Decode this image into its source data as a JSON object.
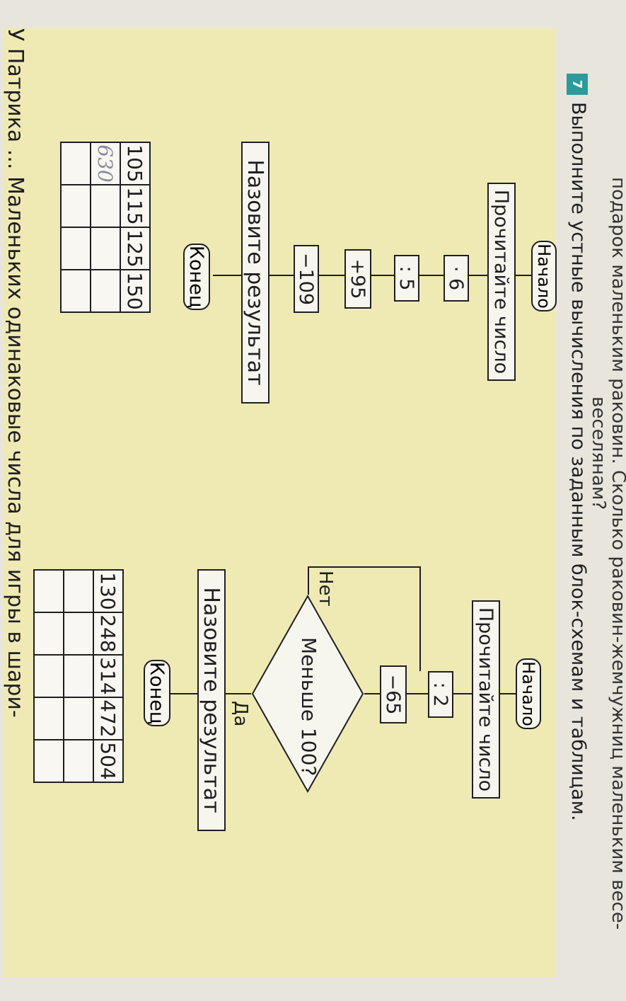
{
  "top_text": {
    "line1": "подарок маленьким раковин. Сколько раковин-жемчужниц маленьким весе-",
    "line2": "веселянам?"
  },
  "task": {
    "number": "7",
    "instruction": "Выполните устные вычисления по заданным блок-схемам и таблицам."
  },
  "flow_left": {
    "start": "Начало",
    "read": "Прочитайте число",
    "op1": "· 6",
    "op2": ": 5",
    "op3": "+95",
    "op4": "−109",
    "result": "Назовите результат",
    "end": "Конец"
  },
  "table_left": {
    "values": [
      "105",
      "115",
      "125",
      "150"
    ],
    "handwritten": "630"
  },
  "flow_right": {
    "start": "Начало",
    "read": "Прочитайте число",
    "op1": ": 2",
    "op2": "−65",
    "decision": "Меньше 100?",
    "no": "Нет",
    "yes": "Да",
    "result": "Назовите результат",
    "end": "Конец"
  },
  "table_right": {
    "values": [
      "130",
      "248",
      "314",
      "472",
      "504"
    ]
  },
  "bottom_text": "У Патрика ... Маленьких одинаковые числа для игры в шари-",
  "colors": {
    "highlight": "#efeab4",
    "badge": "#2d9a9c"
  }
}
